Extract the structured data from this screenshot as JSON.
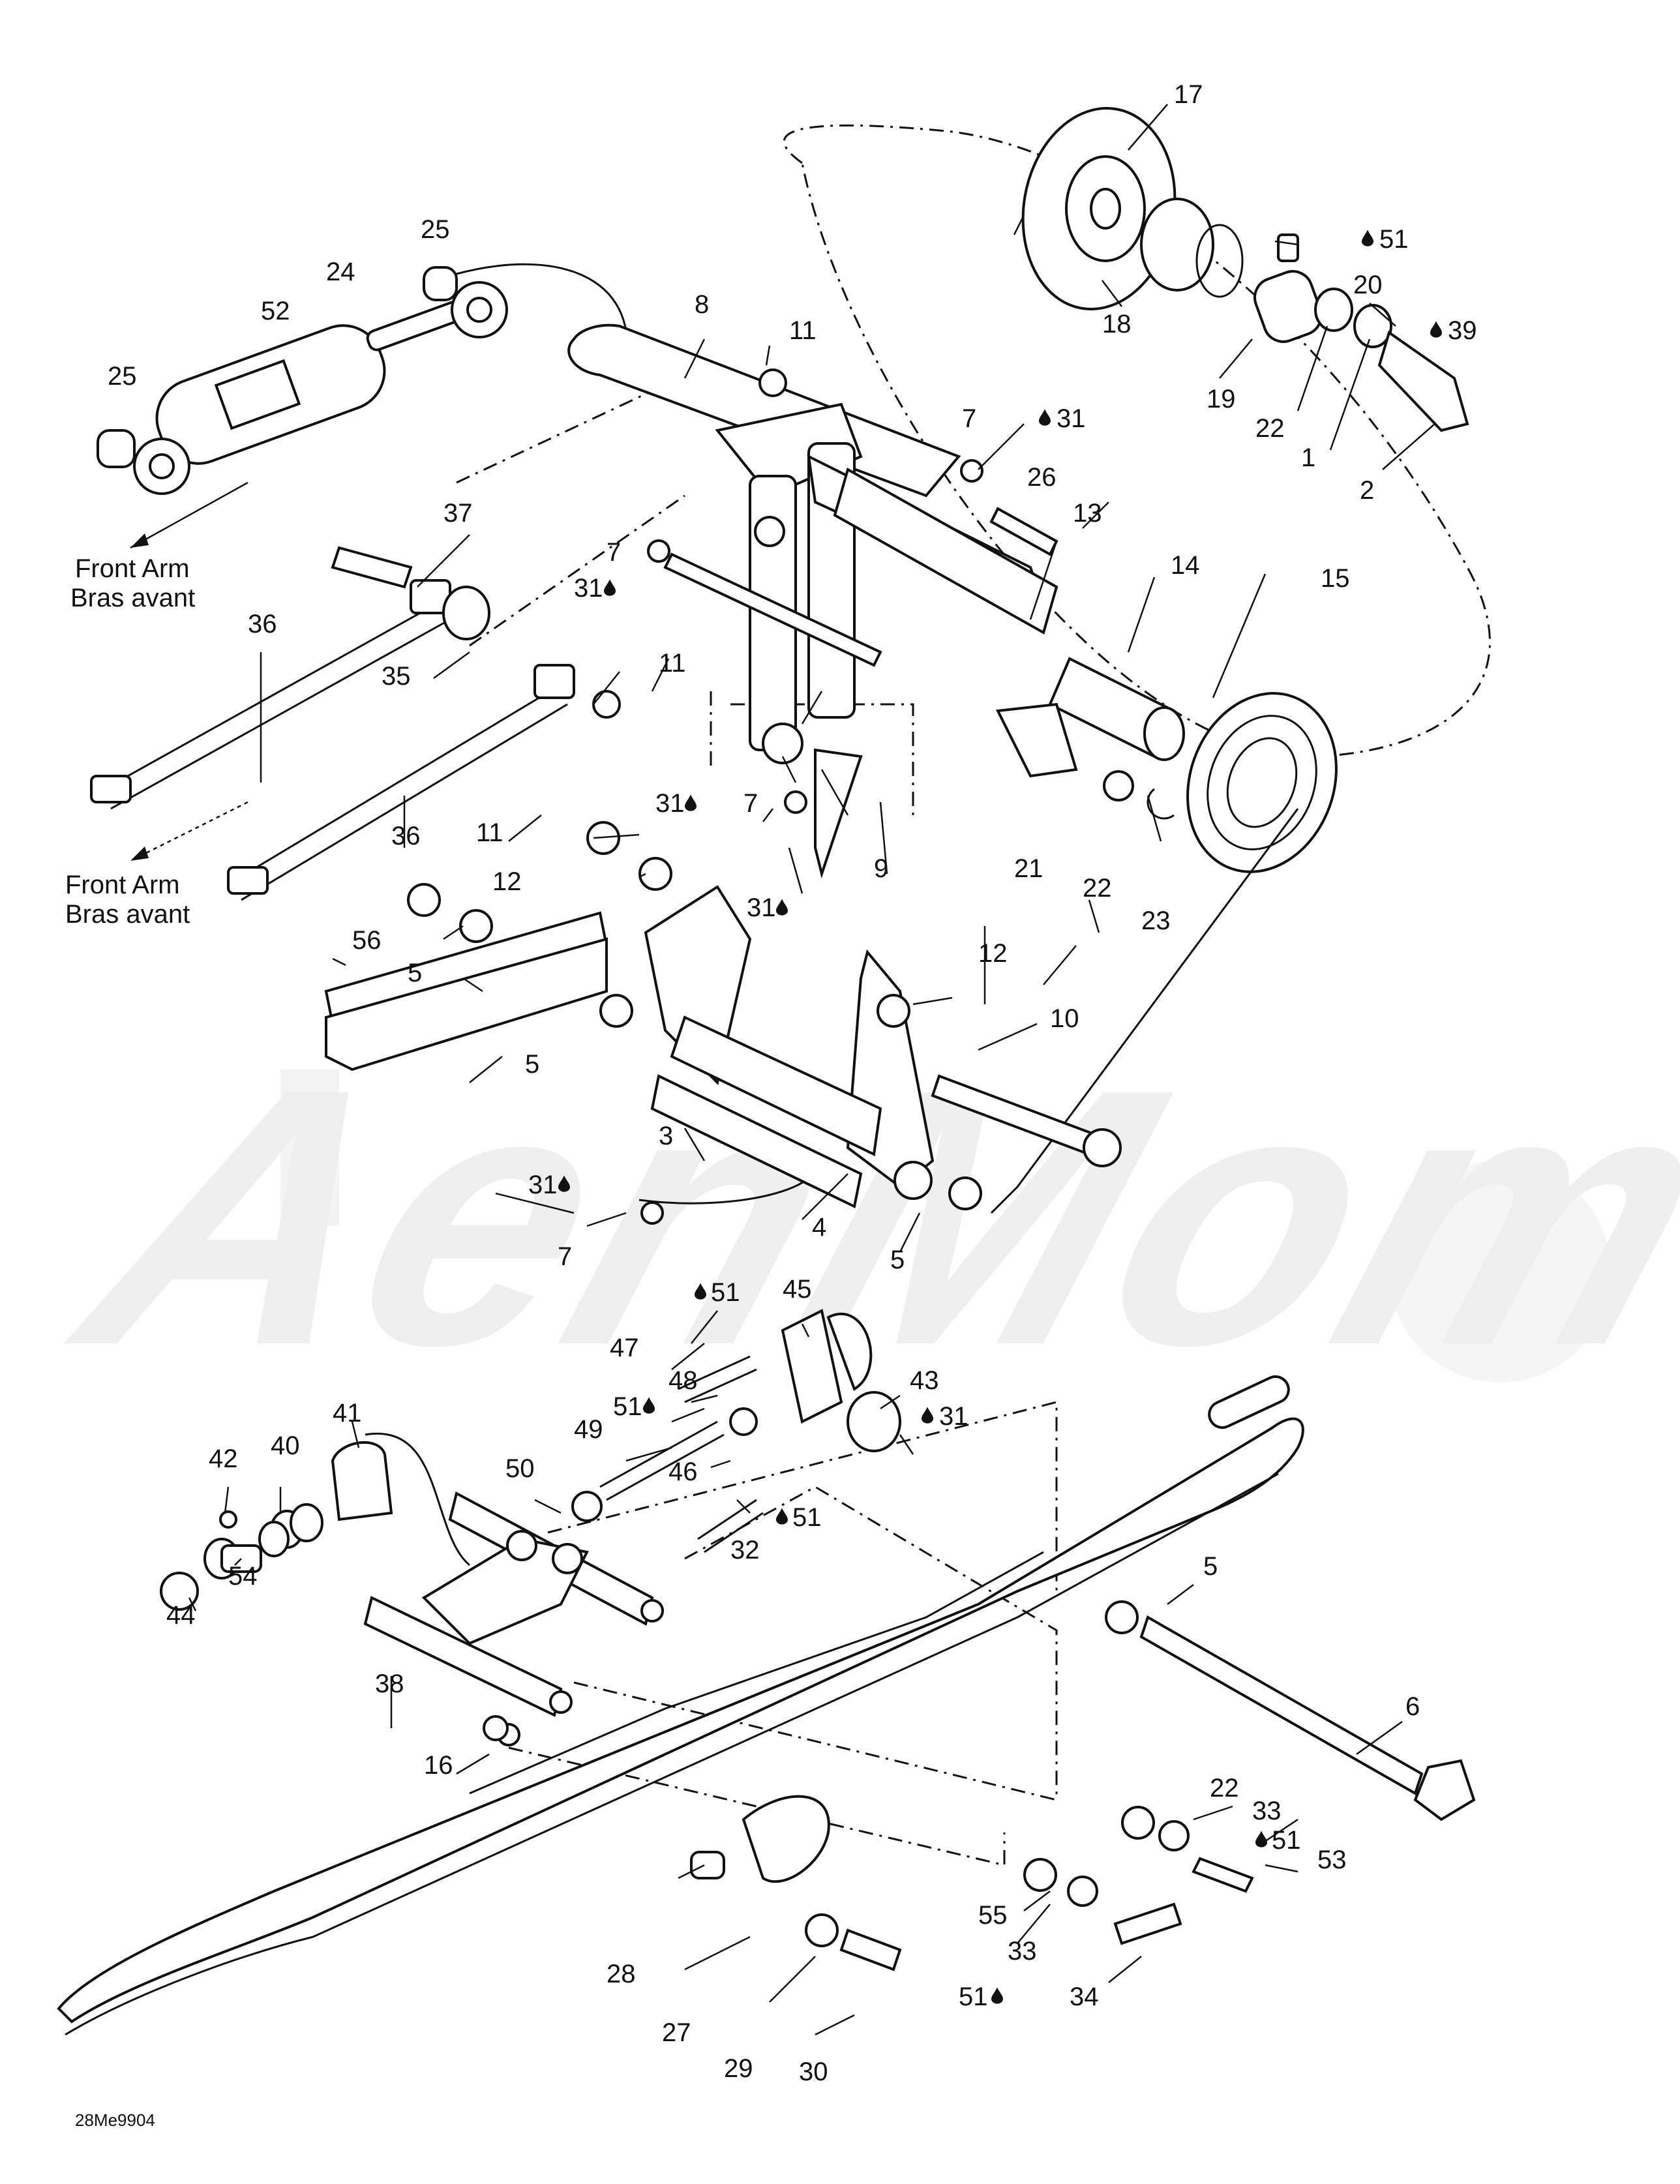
{
  "watermark": "AenMomo",
  "drawing_code": "28Me9904",
  "callouts": {
    "c1": "1",
    "c2": "2",
    "c3": "3",
    "c4": "4",
    "c5a": "5",
    "c5b": "5",
    "c5c": "5",
    "c5d": "5",
    "c6": "6",
    "c7a": "7",
    "c7b": "7",
    "c7c": "7",
    "c7d": "7",
    "c8": "8",
    "c9": "9",
    "c10": "10",
    "c11a": "11",
    "c11b": "11",
    "c11c": "11",
    "c12a": "12",
    "c12b": "12",
    "c13": "13",
    "c14": "14",
    "c15": "15",
    "c16": "16",
    "c17": "17",
    "c18": "18",
    "c19": "19",
    "c20": "20",
    "c21": "21",
    "c22a": "22",
    "c22b": "22",
    "c22c": "22",
    "c23": "23",
    "c24": "24",
    "c25a": "25",
    "c25b": "25",
    "c26": "26",
    "c27": "27",
    "c28": "28",
    "c29": "29",
    "c30": "30",
    "c31a": "31",
    "c31b": "31",
    "c31c": "31",
    "c31d": "31",
    "c31e": "31",
    "c31f": "31",
    "c32": "32",
    "c33a": "33",
    "c33b": "33",
    "c34": "34",
    "c35": "35",
    "c36a": "36",
    "c36b": "36",
    "c37": "37",
    "c38": "38",
    "c39": "39",
    "c40": "40",
    "c41": "41",
    "c42": "42",
    "c43": "43",
    "c44": "44",
    "c45": "45",
    "c46": "46",
    "c47": "47",
    "c48": "48",
    "c49": "49",
    "c50": "50",
    "c51a": "51",
    "c51b": "51",
    "c51c": "51",
    "c51d": "51",
    "c51e": "51",
    "c51f": "51",
    "c52": "52",
    "c53": "53",
    "c54": "54",
    "c55": "55",
    "c56": "56"
  },
  "annotations": {
    "front_arm_1_en": "Front Arm",
    "front_arm_1_fr": "Bras avant",
    "front_arm_2_en": "Front Arm",
    "front_arm_2_fr": "Bras avant"
  },
  "icons": {
    "lubricant": "drop-icon"
  },
  "colors": {
    "line": "#111111",
    "background": "#ffffff",
    "watermark": "#efefef"
  }
}
